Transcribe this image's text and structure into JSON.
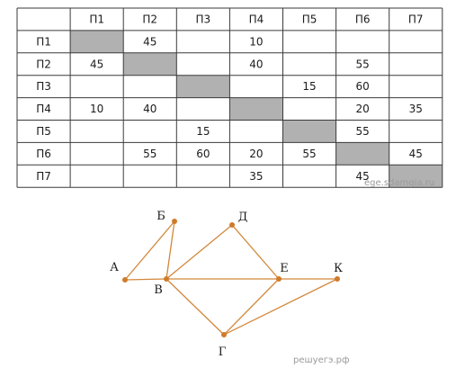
{
  "matrix": {
    "headers": [
      "П1",
      "П2",
      "П3",
      "П4",
      "П5",
      "П6",
      "П7"
    ],
    "rows": [
      {
        "label": "П1",
        "cells": [
          "",
          "45",
          "",
          "10",
          "",
          "",
          ""
        ]
      },
      {
        "label": "П2",
        "cells": [
          "45",
          "",
          "",
          "40",
          "",
          "55",
          ""
        ]
      },
      {
        "label": "П3",
        "cells": [
          "",
          "",
          "",
          "",
          "15",
          "60",
          ""
        ]
      },
      {
        "label": "П4",
        "cells": [
          "10",
          "40",
          "",
          "",
          "",
          "20",
          "35"
        ]
      },
      {
        "label": "П5",
        "cells": [
          "",
          "",
          "15",
          "",
          "",
          "55",
          ""
        ]
      },
      {
        "label": "П6",
        "cells": [
          "",
          "55",
          "60",
          "20",
          "55",
          "",
          "45"
        ]
      },
      {
        "label": "П7",
        "cells": [
          "",
          "",
          "",
          "35",
          "",
          "45",
          ""
        ]
      }
    ],
    "shaded_color": "#b1b1b1",
    "line_color": "#3a3a3a"
  },
  "watermark_table": "ege.sdamgia.ru",
  "watermark_graph": "решуегэ.рф",
  "graph": {
    "edge_color": "#d2883c",
    "node_color": "#d07a2a",
    "nodes": [
      {
        "id": "A",
        "label": "А"
      },
      {
        "id": "B",
        "label": "Б"
      },
      {
        "id": "V",
        "label": "В"
      },
      {
        "id": "D",
        "label": "Д"
      },
      {
        "id": "E",
        "label": "Е"
      },
      {
        "id": "K",
        "label": "К"
      },
      {
        "id": "G",
        "label": "Г"
      }
    ],
    "edges": [
      [
        "A",
        "B"
      ],
      [
        "A",
        "V"
      ],
      [
        "B",
        "V"
      ],
      [
        "V",
        "D"
      ],
      [
        "D",
        "E"
      ],
      [
        "V",
        "E"
      ],
      [
        "E",
        "K"
      ],
      [
        "V",
        "G"
      ],
      [
        "E",
        "G"
      ],
      [
        "G",
        "K"
      ]
    ]
  }
}
